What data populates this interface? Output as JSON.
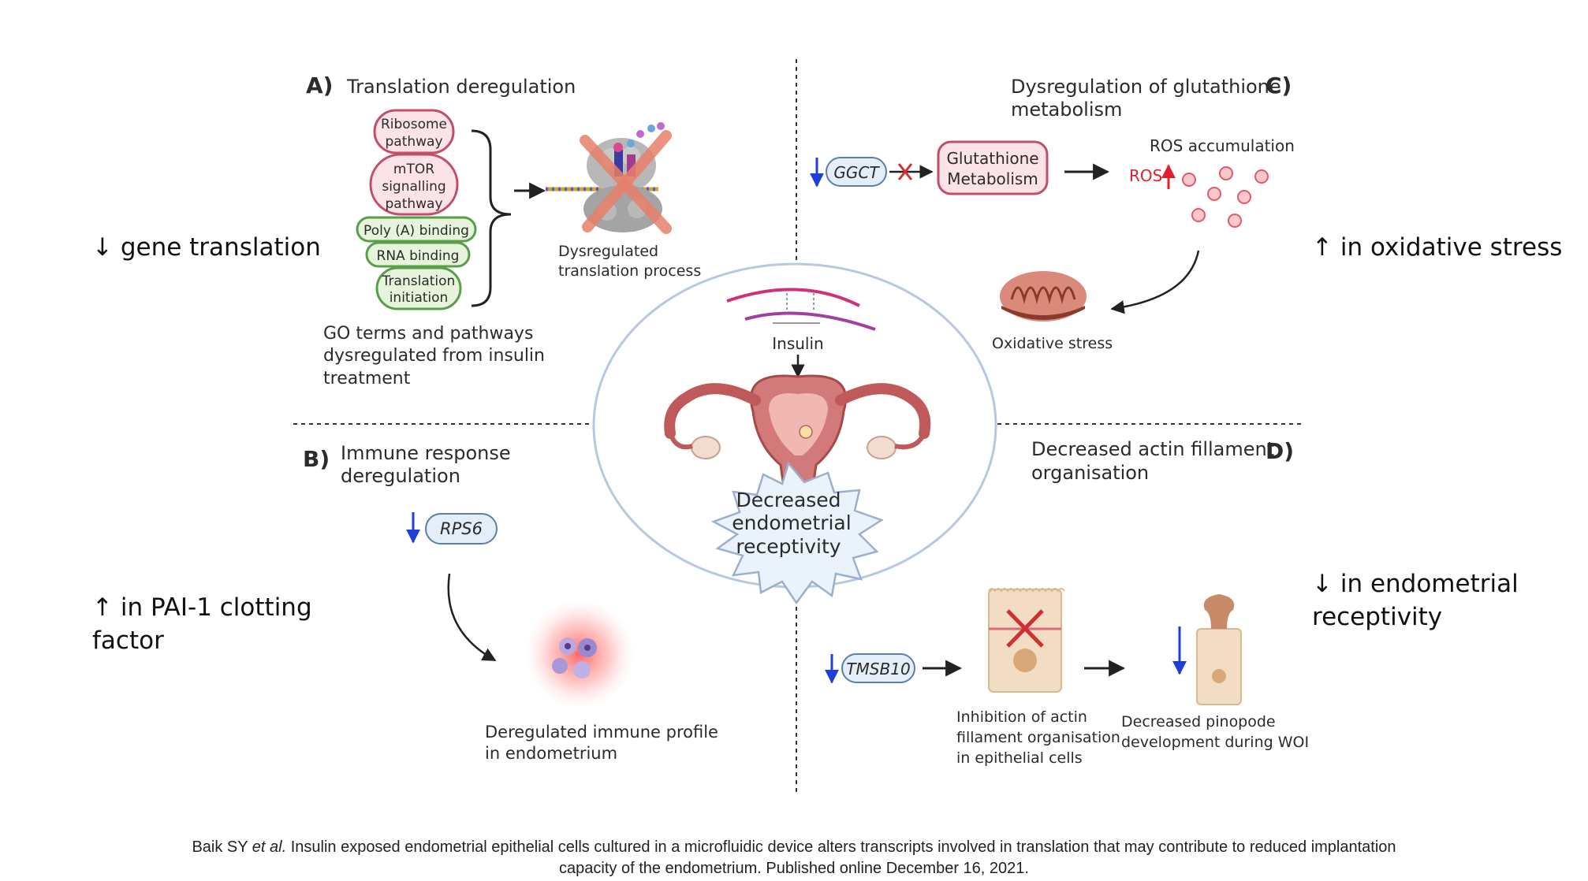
{
  "side_notes": {
    "left_top": [
      "↓ gene translation"
    ],
    "left_bottom": [
      "↑ in PAI-1 clotting",
      "factor"
    ],
    "right_top": [
      "↑ in oxidative stress"
    ],
    "right_bottom": [
      "↓ in endometrial",
      "receptivity"
    ]
  },
  "panel_a": {
    "letter": "A)",
    "title": "Translation deregulation",
    "terms": [
      {
        "lines": [
          "Ribosome",
          "pathway"
        ],
        "kind": "red"
      },
      {
        "lines": [
          "mTOR",
          "signalling",
          "pathway"
        ],
        "kind": "red"
      },
      {
        "lines": [
          "Poly (A) binding"
        ],
        "kind": "green"
      },
      {
        "lines": [
          "RNA binding"
        ],
        "kind": "green"
      },
      {
        "lines": [
          "Translation",
          "initiation"
        ],
        "kind": "green"
      }
    ],
    "outcome": [
      "Dysregulated",
      "translation process"
    ],
    "note": [
      "GO terms and pathways",
      "dysregulated from insulin",
      "treatment"
    ]
  },
  "panel_b": {
    "letter": "B)",
    "title": [
      "Immune response",
      "deregulation"
    ],
    "gene": "RPS6",
    "outcome": [
      "Deregulated immune profile",
      "in endometrium"
    ]
  },
  "panel_c": {
    "letter": "C)",
    "title": [
      "Dysregulation of glutathione",
      "metabolism"
    ],
    "gene": "GGCT",
    "box": [
      "Glutathione",
      "Metabolism"
    ],
    "ros_title": "ROS accumulation",
    "ros_label": "ROS",
    "outcome": "Oxidative stress"
  },
  "panel_d": {
    "letter": "D)",
    "title": [
      "Decreased actin fillament",
      "organisation"
    ],
    "gene": "TMSB10",
    "outcome1": [
      "Inhibition of actin",
      "fillament organisation",
      "in epithelial cells"
    ],
    "outcome2": [
      "Decreased pinopode",
      "development during WOI"
    ]
  },
  "center": {
    "insulin_label": "Insulin",
    "result": [
      "Decreased",
      "endometrial",
      "receptivity"
    ]
  },
  "colors": {
    "red_box": "#c0506a",
    "red_fill": "#fbe3e8",
    "green_box": "#5a9e4a",
    "green_fill": "#e6f4dc",
    "down_arrow": "#1f3fd6",
    "ros_red": "#e0202a",
    "gene_fill": "#e4eef8"
  },
  "caption": {
    "authors": "Baik SY ",
    "etal": "et al.",
    "line1_rest": " Insulin exposed endometrial epithelial cells cultured in a microfluidic device alters transcripts involved in translation that may contribute to reduced implantation",
    "line2": "capacity of the endometrium. Published online December 16, 2021."
  }
}
